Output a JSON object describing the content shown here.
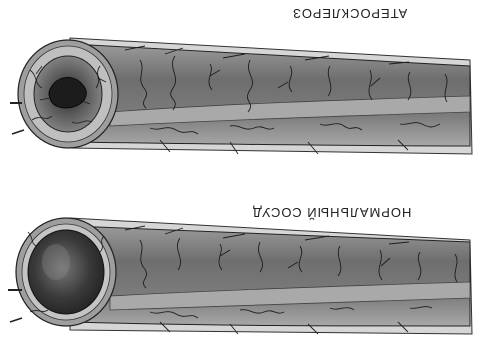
{
  "labels": {
    "atherosclerosis": "АТЕРОСКЛЕРОЗ",
    "normal_vessel": "НОРМАЛЬНЫЙ СОСУД"
  },
  "vessels": [
    {
      "id": "atherosclerotic",
      "lumen": "narrowed by plaque"
    },
    {
      "id": "normal",
      "lumen": "open"
    }
  ],
  "colors": {
    "background": "#ffffff",
    "outer_wall": "#8c8c8c",
    "inner_wall": "#6a6a6a",
    "lumen": "#3a3a3a",
    "capillary": "#2a2a2a"
  }
}
